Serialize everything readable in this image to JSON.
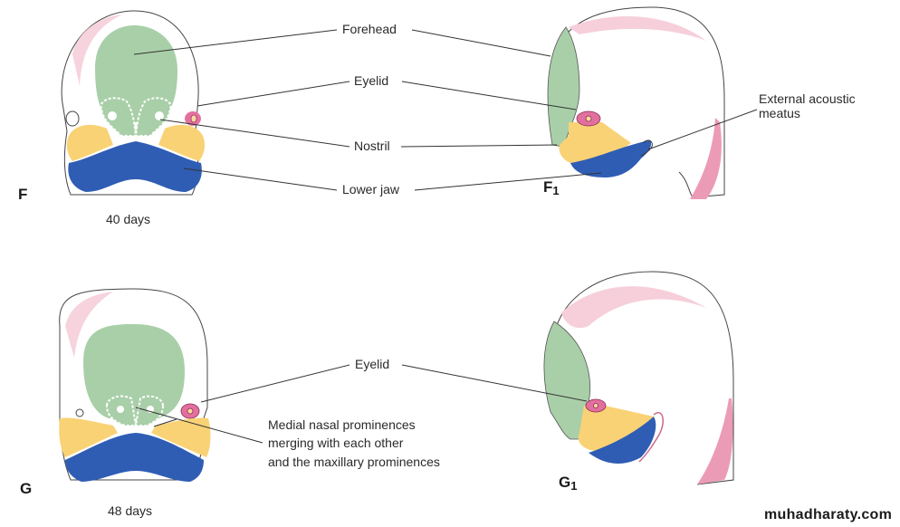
{
  "colors": {
    "forehead_green": "#a9cfa9",
    "maxillary_yellow": "#f9d275",
    "mandible_blue": "#2f5db4",
    "eye_pink": "#e2709f",
    "skin_pink": "#f2b9c9",
    "outline": "#333333"
  },
  "stages": [
    {
      "panel": "F",
      "age": "40 days",
      "view": "frontal"
    },
    {
      "panel": "F",
      "panel_sub": "1",
      "view": "lateral"
    },
    {
      "panel": "G",
      "age": "48 days",
      "view": "frontal"
    },
    {
      "panel": "G",
      "panel_sub": "1",
      "view": "lateral"
    }
  ],
  "labels": {
    "forehead": "Forehead",
    "eyelid_f": "Eyelid",
    "nostril": "Nostril",
    "lower_jaw": "Lower jaw",
    "external_acoustic_1": "External acoustic",
    "external_acoustic_2": "meatus",
    "eyelid_g": "Eyelid",
    "medial_nasal_1": "Medial nasal prominences",
    "medial_nasal_2": "merging with each other",
    "medial_nasal_3": "and the maxillary prominences"
  },
  "watermark": "muhadharaty.com"
}
